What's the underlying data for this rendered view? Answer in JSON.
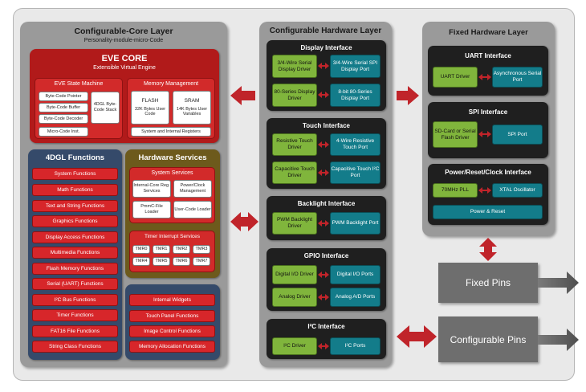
{
  "configurable_core": {
    "title": "Configurable-Core Layer",
    "subtitle": "Personality-module-micro-Code",
    "eve_core": {
      "title": "EVE CORE",
      "subtitle": "Extensible Virtual Engine",
      "state_machine": {
        "title": "EVE State Machine",
        "items": [
          "Byte-Code Pointer",
          "Byte-Code Buffer",
          "Byte-Code Decoder",
          "Micro-Code Inst."
        ],
        "stack": "4DGL Byte-Code Stack"
      },
      "memory_management": {
        "title": "Memory Management",
        "flash_title": "FLASH",
        "flash_desc": "32K Bytes User Code",
        "sram_title": "SRAM",
        "sram_desc": "14K Bytes User Variables",
        "registers": "System and Internal Registers"
      }
    },
    "functions_4dgl": {
      "title": "4DGL Functions",
      "items": [
        "System Functions",
        "Math Functions",
        "Text and String Functions",
        "Graphics Functions",
        "Display Access Functions",
        "Multimedia Functions",
        "Flash Memory Functions",
        "Serial (UART) Functions",
        "I²C Bus Functions",
        "Timer Functions",
        "FAT16 File Functions",
        "String Class Functions"
      ]
    },
    "hardware_services": {
      "title": "Hardware Services",
      "system_services": {
        "title": "System Services",
        "items": [
          "Internal-Core Reg. Services",
          "Power/Clock Management",
          "PmmC-File Loader",
          "User-Code Loader"
        ]
      },
      "timer_services": {
        "title": "Timer Interrupt Services",
        "timers": [
          "TMR0",
          "TMR1",
          "TMR2",
          "TMR3",
          "TMR4",
          "TMR5",
          "TMR6",
          "TMR7"
        ]
      }
    },
    "widgets": {
      "items": [
        "Internal Widgets",
        "Touch Panel Functions",
        "Image Control Functions",
        "Memory Allocation Functions"
      ]
    }
  },
  "configurable_hardware": {
    "title": "Configurable Hardware Layer",
    "display": {
      "title": "Display Interface",
      "rows": [
        {
          "left": "3/4-Wire Serial Display Driver",
          "right": "3/4-Wire Serial SPI Display Port"
        },
        {
          "left": "80-Series Display Driver",
          "right": "8-bit 80-Series Display Port"
        }
      ]
    },
    "touch": {
      "title": "Touch Interface",
      "rows": [
        {
          "left": "Resistive Touch Driver",
          "right": "4-Wire Resistive Touch Port"
        },
        {
          "left": "Capacitive Touch Driver",
          "right": "Capacitive Touch I²C Port"
        }
      ]
    },
    "backlight": {
      "title": "Backlight Interface",
      "rows": [
        {
          "left": "PWM Backlight Driver",
          "right": "PWM Backlight Port"
        }
      ]
    },
    "gpio": {
      "title": "GPIO Interface",
      "rows": [
        {
          "left": "Digital I/O Driver",
          "right": "Digital I/O Ports"
        },
        {
          "left": "Analog Driver",
          "right": "Analog A/D Ports"
        }
      ]
    },
    "i2c": {
      "title": "I²C Interface",
      "rows": [
        {
          "left": "I²C Driver",
          "right": "I²C Ports"
        }
      ]
    }
  },
  "fixed_hardware": {
    "title": "Fixed Hardware Layer",
    "uart": {
      "title": "UART Interface",
      "left": "UART Driver",
      "right": "Asynchronous Serial Port"
    },
    "spi": {
      "title": "SPI Interface",
      "left": "SD-Card or Serial Flash Driver",
      "right": "SPI Port"
    },
    "power": {
      "title": "Power/Reset/Clock Interface",
      "left": "70MHz PLL",
      "right": "XTAL Oscillator",
      "bottom": "Power & Reset"
    }
  },
  "pins": {
    "fixed": "Fixed Pins",
    "configurable": "Configurable Pins"
  }
}
